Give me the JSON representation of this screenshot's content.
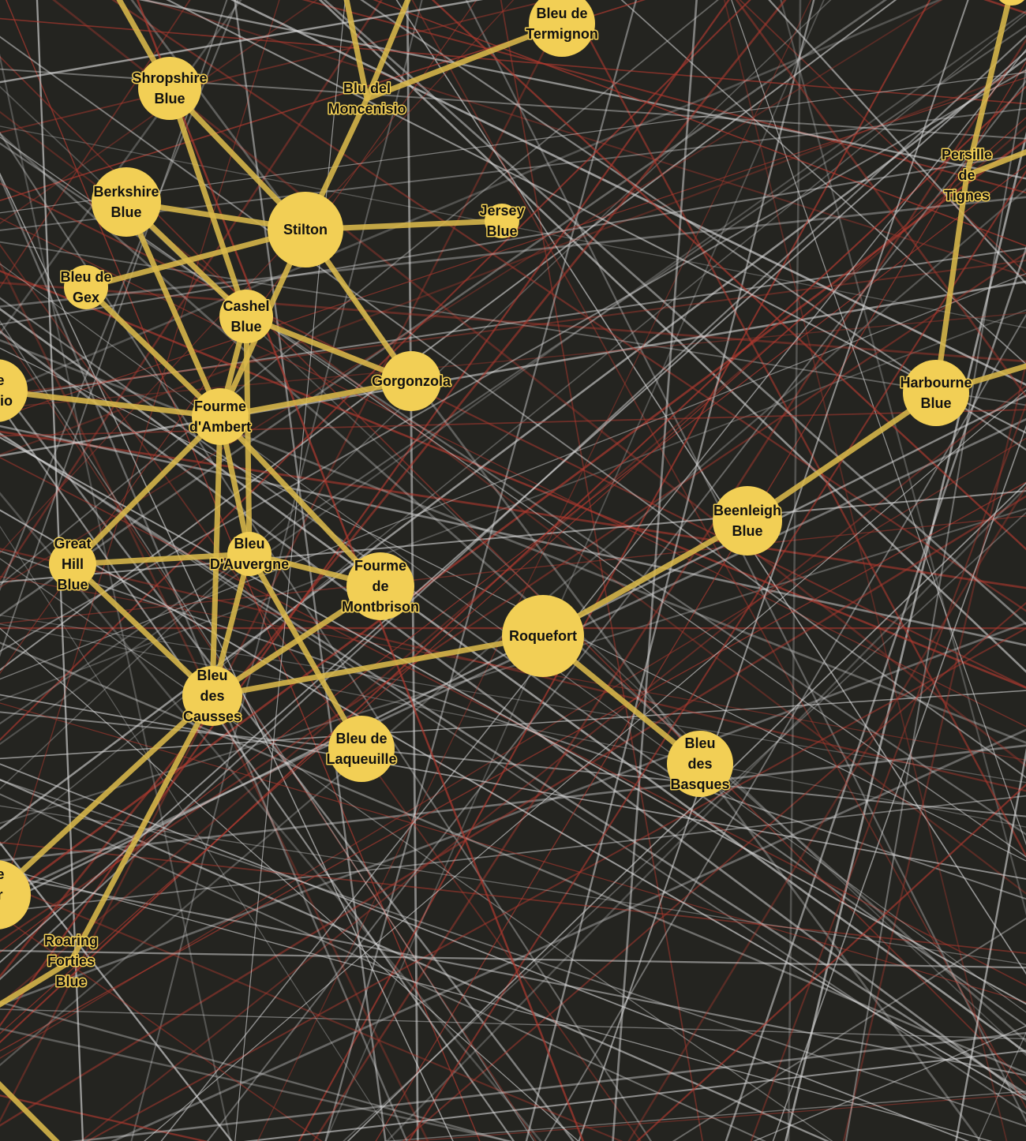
{
  "diagram": {
    "colors": {
      "background": "#242420",
      "node": "#f2cf55",
      "edge": "#d9b84a",
      "bg_line_light": "#d8d8d8",
      "bg_line_red": "#b0392f"
    },
    "nodes": [
      {
        "id": "shropshire",
        "label": [
          "Shropshire",
          "Blue"
        ]
      },
      {
        "id": "blu-moncenisio",
        "label": [
          "Blu del",
          "Moncenisio"
        ]
      },
      {
        "id": "bleu-termignon",
        "label": [
          "Bleu de",
          "Termignon"
        ]
      },
      {
        "id": "persille-tignes",
        "label": [
          "Persille",
          "de",
          "Tignes"
        ]
      },
      {
        "id": "berkshire",
        "label": [
          "Berkshire",
          "Blue"
        ]
      },
      {
        "id": "stilton",
        "label": [
          "Stilton"
        ]
      },
      {
        "id": "jersey",
        "label": [
          "Jersey",
          "Blue"
        ]
      },
      {
        "id": "bleu-gex",
        "label": [
          "Bleu de",
          "Gex"
        ]
      },
      {
        "id": "cashel",
        "label": [
          "Cashel",
          "Blue"
        ]
      },
      {
        "id": "gorgonzola",
        "label": [
          "Gorgonzola"
        ]
      },
      {
        "id": "harbourne",
        "label": [
          "Harbourne",
          "Blue"
        ]
      },
      {
        "id": "de-nisio-partial",
        "label": [
          "de",
          "nisio"
        ]
      },
      {
        "id": "fourme-ambert",
        "label": [
          "Fourme",
          "d'Ambert"
        ]
      },
      {
        "id": "beenleigh",
        "label": [
          "Beenleigh",
          "Blue"
        ]
      },
      {
        "id": "great-hill",
        "label": [
          "Great",
          "Hill",
          "Blue"
        ]
      },
      {
        "id": "bleu-auvergne",
        "label": [
          "Bleu",
          "D'Auvergne"
        ]
      },
      {
        "id": "fourme-montbrison",
        "label": [
          "Fourme",
          "de",
          "Montbrison"
        ]
      },
      {
        "id": "roquefort",
        "label": [
          "Roquefort"
        ]
      },
      {
        "id": "bleu-causses",
        "label": [
          "Bleu",
          "des",
          "Causses"
        ]
      },
      {
        "id": "bleu-laqueuille",
        "label": [
          "Bleu de",
          "Laqueuille"
        ]
      },
      {
        "id": "bleu-basques",
        "label": [
          "Bleu",
          "des",
          "Basques"
        ]
      },
      {
        "id": "ue-er-e-partial",
        "label": [
          "ue",
          "er",
          "e"
        ]
      },
      {
        "id": "roaring-forties",
        "label": [
          "Roaring",
          "Forties",
          "Blue"
        ]
      },
      {
        "id": "top-right-partial",
        "label": []
      },
      {
        "id": "off-left-bottom",
        "label": []
      },
      {
        "id": "off-top-a",
        "label": []
      },
      {
        "id": "off-top-b",
        "label": []
      },
      {
        "id": "off-top-c",
        "label": []
      },
      {
        "id": "off-right-a",
        "label": []
      },
      {
        "id": "off-right-b",
        "label": []
      },
      {
        "id": "off-left-c",
        "label": []
      },
      {
        "id": "off-bottom-left",
        "label": []
      }
    ],
    "edges": [
      [
        "shropshire",
        "off-top-a"
      ],
      [
        "blu-moncenisio",
        "off-top-b"
      ],
      [
        "blu-moncenisio",
        "off-top-c"
      ],
      [
        "blu-moncenisio",
        "bleu-termignon"
      ],
      [
        "blu-moncenisio",
        "stilton"
      ],
      [
        "shropshire",
        "stilton"
      ],
      [
        "shropshire",
        "cashel"
      ],
      [
        "berkshire",
        "stilton"
      ],
      [
        "berkshire",
        "cashel"
      ],
      [
        "berkshire",
        "fourme-ambert"
      ],
      [
        "stilton",
        "jersey"
      ],
      [
        "stilton",
        "bleu-gex"
      ],
      [
        "stilton",
        "gorgonzola"
      ],
      [
        "stilton",
        "fourme-ambert"
      ],
      [
        "bleu-gex",
        "fourme-ambert"
      ],
      [
        "cashel",
        "gorgonzola"
      ],
      [
        "cashel",
        "fourme-ambert"
      ],
      [
        "cashel",
        "bleu-auvergne"
      ],
      [
        "gorgonzola",
        "fourme-ambert"
      ],
      [
        "de-nisio-partial",
        "fourme-ambert"
      ],
      [
        "fourme-ambert",
        "great-hill"
      ],
      [
        "fourme-ambert",
        "bleu-auvergne"
      ],
      [
        "fourme-ambert",
        "fourme-montbrison"
      ],
      [
        "fourme-ambert",
        "bleu-causses"
      ],
      [
        "great-hill",
        "bleu-auvergne"
      ],
      [
        "great-hill",
        "bleu-causses"
      ],
      [
        "bleu-auvergne",
        "fourme-montbrison"
      ],
      [
        "bleu-auvergne",
        "bleu-causses"
      ],
      [
        "bleu-auvergne",
        "bleu-laqueuille"
      ],
      [
        "fourme-montbrison",
        "bleu-causses"
      ],
      [
        "bleu-causses",
        "roquefort"
      ],
      [
        "bleu-causses",
        "ue-er-e-partial"
      ],
      [
        "bleu-causses",
        "roaring-forties"
      ],
      [
        "roquefort",
        "beenleigh"
      ],
      [
        "roquefort",
        "bleu-basques"
      ],
      [
        "beenleigh",
        "harbourne"
      ],
      [
        "harbourne",
        "persille-tignes"
      ],
      [
        "harbourne",
        "off-right-a"
      ],
      [
        "persille-tignes",
        "top-right-partial"
      ],
      [
        "persille-tignes",
        "off-right-b"
      ],
      [
        "roaring-forties",
        "off-left-bottom"
      ],
      [
        "off-bottom-left",
        "off-left-c"
      ]
    ]
  }
}
